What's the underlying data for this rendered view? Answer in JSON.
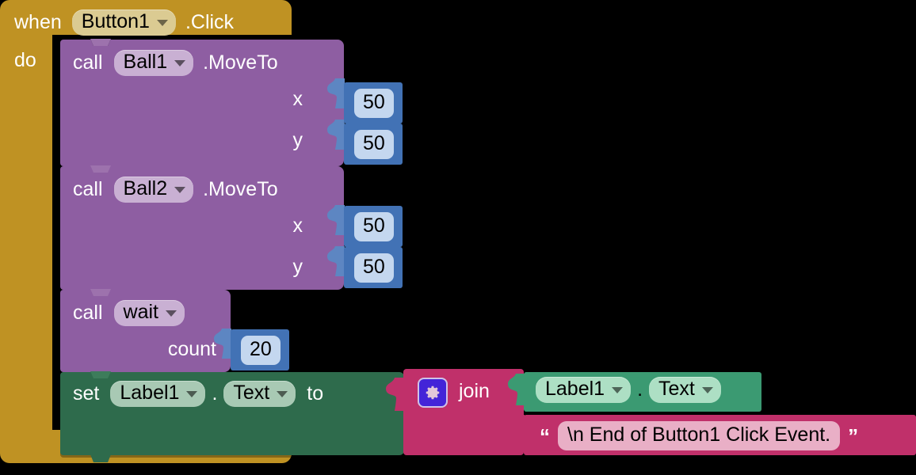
{
  "editor": {
    "name": "mit-app-inventor-blocks",
    "background": "#000000"
  },
  "colors": {
    "event_block": "#bf9223",
    "event_field": "#dbcb92",
    "call_block": "#8e5ea2",
    "call_field": "#c9b0d3",
    "setter_block": "#2e6b4c",
    "setter_field": "#a8c9b4",
    "getter_block": "#3b9a72",
    "getter_field": "#addfc4",
    "number_block": "#4272b5",
    "number_field": "#c4d7ef",
    "text_block": "#c0306a",
    "text_field": "#e9afc6",
    "mutator_icon": "#4324d8"
  },
  "event": {
    "when_label": "when",
    "component": "Button1",
    "event_name": ".Click",
    "do_label": "do"
  },
  "statements": [
    {
      "kind": "call",
      "call_label": "call",
      "component": "Ball1",
      "method": ".MoveTo",
      "args": [
        {
          "name": "x",
          "value": "50"
        },
        {
          "name": "y",
          "value": "50"
        }
      ]
    },
    {
      "kind": "call",
      "call_label": "call",
      "component": "Ball2",
      "method": ".MoveTo",
      "args": [
        {
          "name": "x",
          "value": "50"
        },
        {
          "name": "y",
          "value": "50"
        }
      ]
    },
    {
      "kind": "call",
      "call_label": "call",
      "component": "wait",
      "method": "",
      "args": [
        {
          "name": "count",
          "value": "20"
        }
      ]
    },
    {
      "kind": "set",
      "set_label": "set",
      "component": "Label1",
      "property": "Text",
      "dot": ".",
      "to_label": "to",
      "value": {
        "kind": "join",
        "join_label": "join",
        "mutator_icon": "gear-icon",
        "items": [
          {
            "kind": "getter",
            "component": "Label1",
            "property": "Text",
            "dot": "."
          },
          {
            "kind": "text",
            "open_quote": "“",
            "close_quote": "”",
            "value": "\\n End of Button1 Click Event."
          }
        ]
      }
    }
  ]
}
